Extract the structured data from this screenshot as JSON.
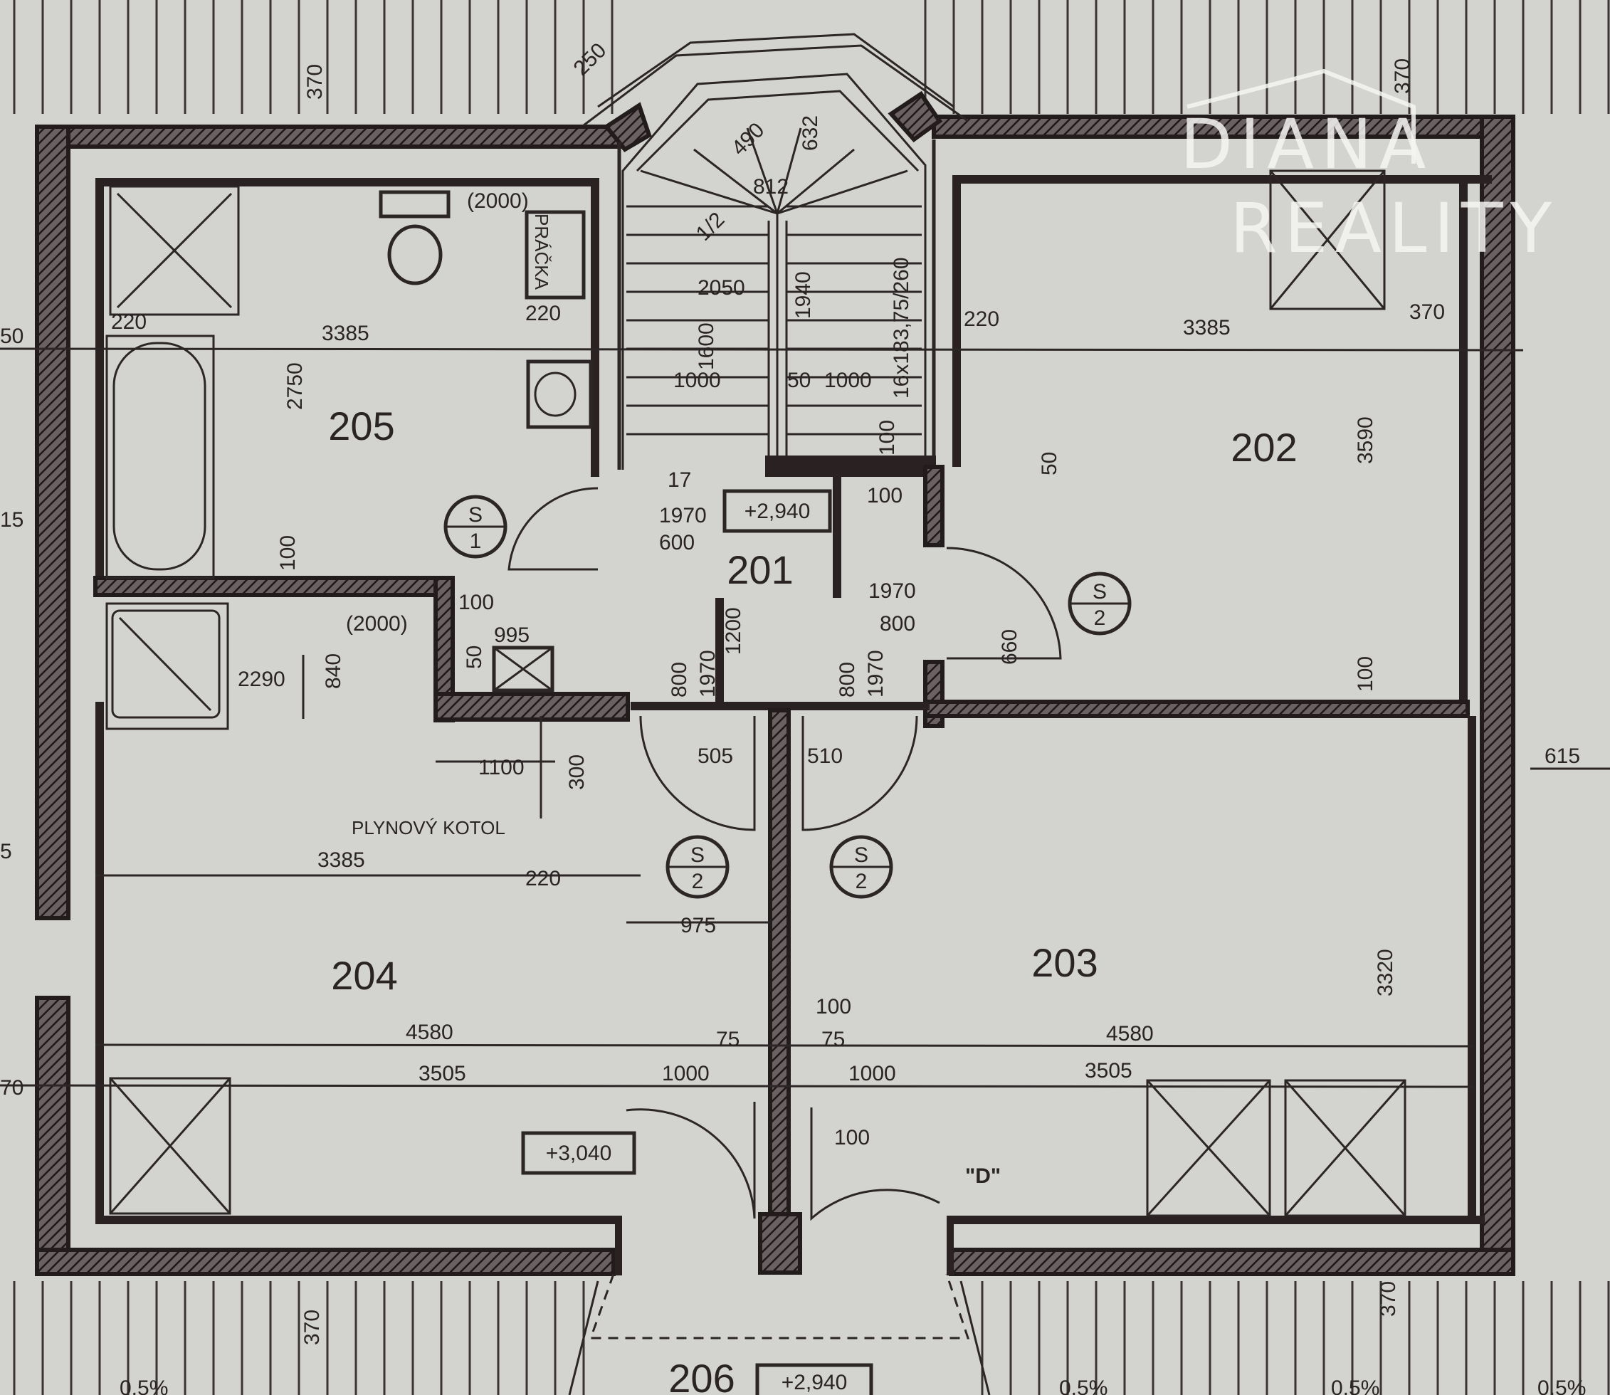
{
  "rooms": {
    "r201": "201",
    "r202": "202",
    "r203": "203",
    "r204": "204",
    "r205": "205",
    "r206": "206"
  },
  "levels": {
    "hall": "+2,940",
    "lower_left": "+3,040",
    "bottom": "+2,940"
  },
  "labels": {
    "washer": "PRÁČKA",
    "boiler": "PLYNOVÝ KOTOL",
    "stair": "16x183,75/260",
    "dormer": "\"D\"",
    "section_1": "S",
    "section_1_num": "1",
    "section_2": "S",
    "section_2_num": "2"
  },
  "watermark": {
    "line1": "DIANA",
    "line2": "REALITY"
  },
  "dimensions": {
    "d370_top": "370",
    "d250": "250",
    "d490": "490",
    "d632": "632",
    "d812": "812",
    "d1_2": "1/2",
    "d2050": "2050",
    "d1940": "1940",
    "d1600": "1600",
    "d1000_a": "1000",
    "d50_a": "50",
    "d1000_b": "1000",
    "d2000_a": "(2000)",
    "d220_a": "220",
    "d220_b": "220",
    "d3385_a": "3385",
    "d2750": "2750",
    "d100_a": "100",
    "d220_c": "220",
    "d3385_b": "3385",
    "d370_b": "370",
    "d370_c": "370",
    "d3590": "3590",
    "d50_b": "50",
    "d100_b": "100",
    "d17": "17",
    "d1970_a": "1970",
    "d600": "600",
    "d100_c": "100",
    "d1970_b": "1970",
    "d800_a": "800",
    "d660": "660",
    "d100_d": "100",
    "d100_e": "100",
    "d2000_b": "(2000)",
    "d995": "995",
    "d2290": "2290",
    "d840": "840",
    "d50_c": "50",
    "d1200": "1200",
    "d800_b": "800",
    "d1970_c": "1970",
    "d800_c": "800",
    "d1970_d": "1970",
    "d1100": "1100",
    "d300": "300",
    "d505": "505",
    "d510": "510",
    "d615": "615",
    "d3385_c": "3385",
    "d220_d": "220",
    "d975": "975",
    "d100_f": "100",
    "d3320": "3320",
    "d4580_a": "4580",
    "d4580_b": "4580",
    "d75_a": "75",
    "d75_b": "75",
    "d3505_a": "3505",
    "d1000_c": "1000",
    "d1000_d": "1000",
    "d3505_b": "3505",
    "d100_g": "100",
    "d370_d": "370",
    "d370_e": "370",
    "d50_left": "50",
    "d15_left": "15",
    "d5_left": "5",
    "d70_left": "70",
    "d5pct_a": "0.5%",
    "d5pct_b": "0.5%",
    "d5pct_c": "0.5%",
    "d5pct_d": "0.5%"
  }
}
